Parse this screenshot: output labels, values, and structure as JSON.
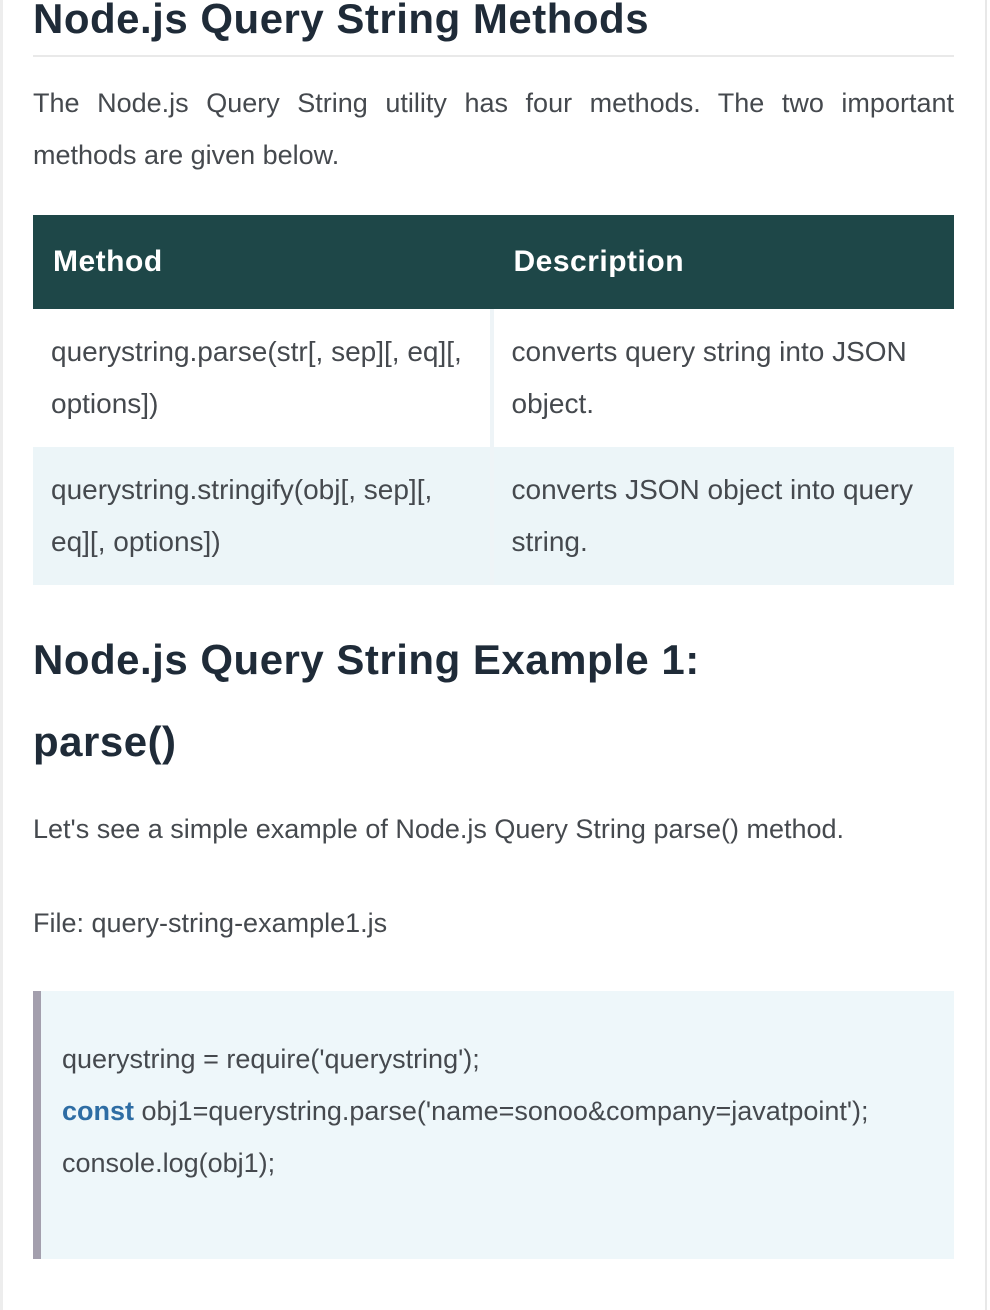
{
  "article": {
    "title": "Node.js Query String Methods",
    "intro": "The Node.js Query String utility has four methods. The two important methods are given below."
  },
  "table": {
    "headers": [
      "Method",
      "Description"
    ],
    "rows": [
      {
        "method": "querystring.parse(str[, sep][, eq][, options])",
        "description": "converts query string into JSON object."
      },
      {
        "method": "querystring.stringify(obj[, sep][, eq][, options])",
        "description": "converts JSON object into query string."
      }
    ]
  },
  "section": {
    "title_line1": "Node.js Query String Example 1:",
    "title_line2": "parse()",
    "intro": "Let's see a simple example of Node.js Query String parse() method.",
    "file_label": "File: query-string-example1.js"
  },
  "code_block": {
    "lines": [
      {
        "keyword": "",
        "text": "querystring = require('querystring');"
      },
      {
        "keyword": "const",
        "text": " obj1=querystring.parse('name=sonoo&company=javatpoint');"
      },
      {
        "keyword": "",
        "text": "console.log(obj1);"
      }
    ]
  },
  "colors": {
    "table_header_bg": "#1e4748",
    "table_alt_row_bg": "#ecf5f8",
    "code_block_bg": "#eef7fa",
    "code_block_bar": "#a39fad",
    "keyword_blue": "#2e6da4",
    "heading_text": "#1f2b38",
    "body_text": "#45494e"
  }
}
